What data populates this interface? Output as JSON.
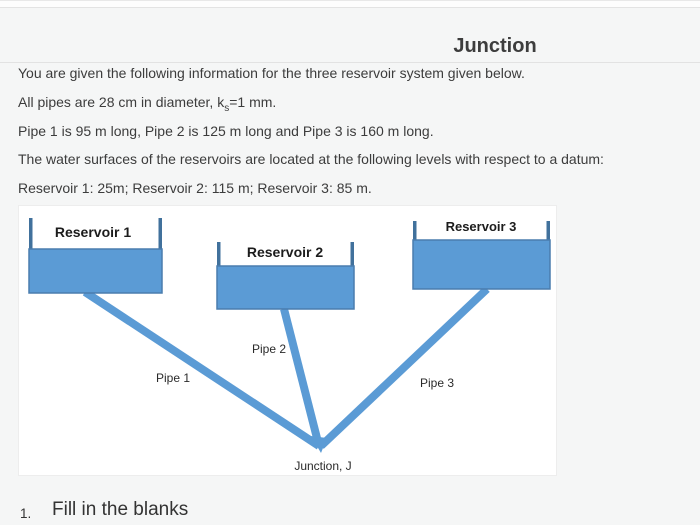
{
  "page": {
    "title": "Junction",
    "question_number": "1.",
    "question_title": "Fill in the blanks"
  },
  "intro": {
    "line1": "You are given the following information for the three reservoir system given below.",
    "line2_prefix": "All pipes are 28 cm in diameter, k",
    "line2_sub": "s",
    "line2_suffix": "=1 mm.",
    "line3": "Pipe 1 is 95 m long, Pipe 2 is 125 m long and Pipe 3 is 160 m long.",
    "line4": "The water surfaces of the reservoirs are located at the following levels with respect to a datum:",
    "line5": "Reservoir 1: 25m; Reservoir 2: 115 m; Reservoir 3: 85 m."
  },
  "diagram": {
    "reservoirs": [
      {
        "label": "Reservoir 1"
      },
      {
        "label": "Reservoir 2"
      },
      {
        "label": "Reservoir 3"
      }
    ],
    "pipes": [
      {
        "label": "Pipe 1"
      },
      {
        "label": "Pipe 2"
      },
      {
        "label": "Pipe 3"
      }
    ],
    "junction_label": "Junction, J"
  },
  "colors": {
    "water_blue": "#5b9bd5",
    "edge_blue": "#41719c"
  }
}
